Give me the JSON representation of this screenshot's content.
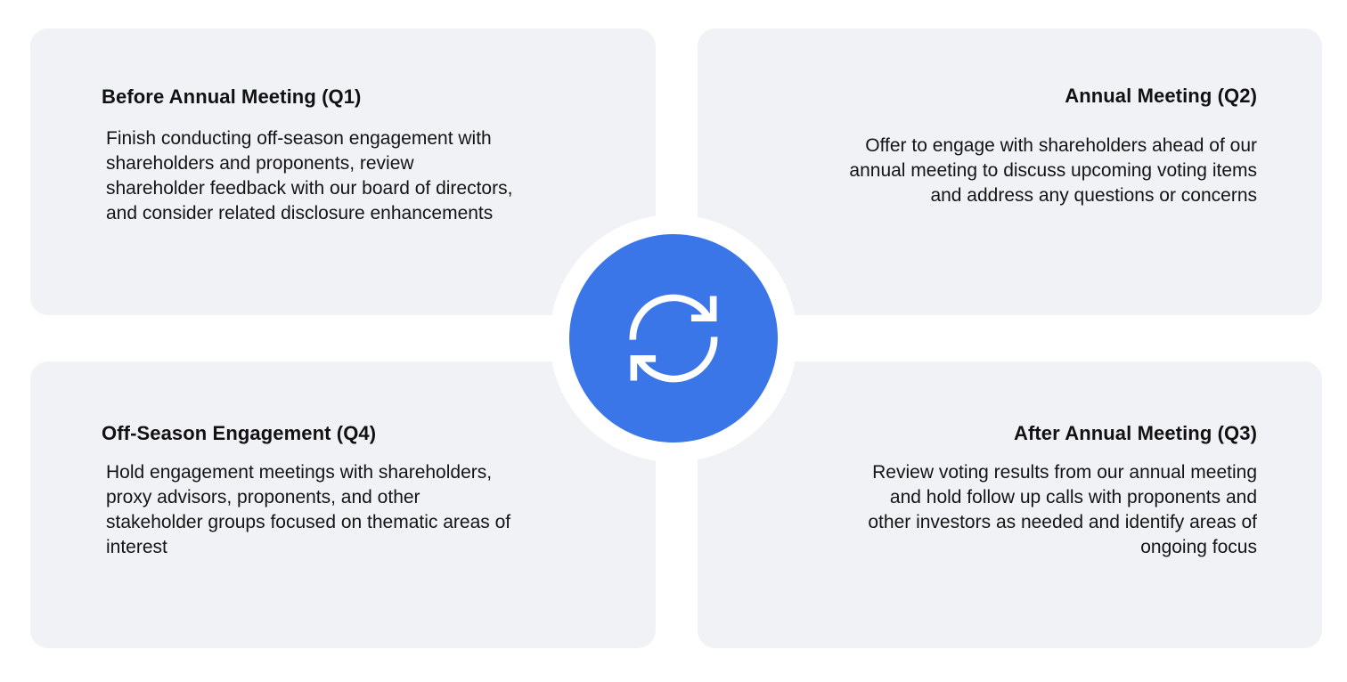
{
  "cards": [
    {
      "title": "Before Annual Meeting (Q1)",
      "body": "Finish conducting off-season engagement with\nshareholders and proponents, review\nshareholder feedback with our board of directors,\nand consider related disclosure enhancements",
      "align": "left"
    },
    {
      "title": "Annual Meeting (Q2)",
      "body": "Offer to engage with shareholders ahead of our\nannual meeting to discuss upcoming voting items\nand address any questions or concerns",
      "align": "right"
    },
    {
      "title": "Off-Season Engagement (Q4)",
      "body": "Hold engagement meetings with shareholders,\nproxy advisors, proponents, and other\nstakeholder groups focused on thematic areas of\ninterest",
      "align": "left"
    },
    {
      "title": "After Annual Meeting (Q3)",
      "body": "Review voting results from our annual meeting\nand hold follow up calls with proponents and\nother investors as needed and identify areas of\nongoing focus",
      "align": "right"
    }
  ],
  "center": {
    "icon": "refresh-cycle-icon"
  },
  "colors": {
    "accent_blue": "#3A76E8",
    "card_background": "#F0F2F6",
    "ring": "#FFFFFF",
    "text": "#141414",
    "page_background": "#FFFFFF"
  }
}
